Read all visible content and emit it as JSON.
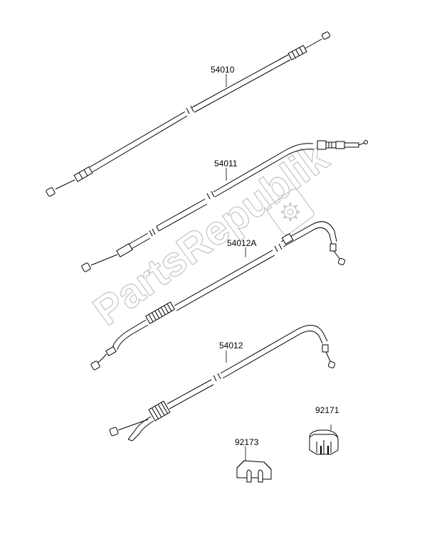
{
  "watermark": {
    "text": "PartsRepublik",
    "icon": "gear-icon"
  },
  "parts": [
    {
      "id": "clutch-cable",
      "label": "54010"
    },
    {
      "id": "choke-cable",
      "label": "54011"
    },
    {
      "id": "throttle-cable-return",
      "label": "54012A"
    },
    {
      "id": "throttle-cable-pull",
      "label": "54012"
    },
    {
      "id": "cable-clamp-large",
      "label": "92171"
    },
    {
      "id": "cable-clamp-small",
      "label": "92173"
    }
  ],
  "colors": {
    "line": "#000000",
    "watermark": "#c8c8c8"
  }
}
